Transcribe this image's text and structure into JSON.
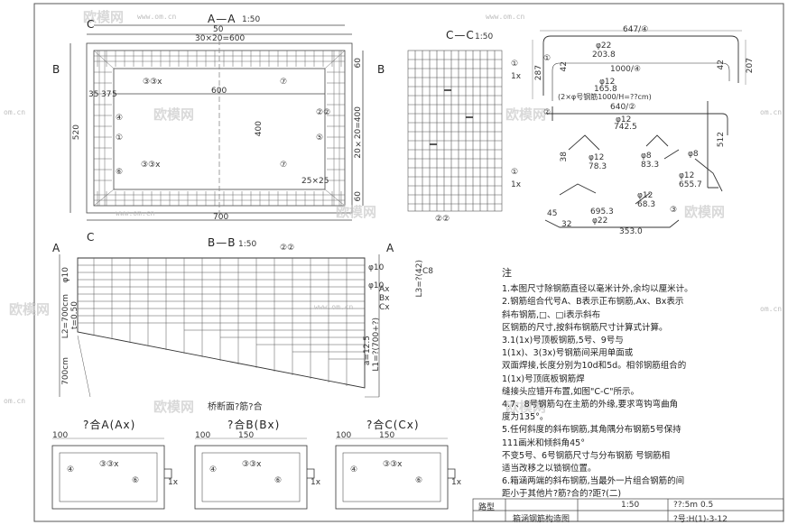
{
  "titles": {
    "section_aa": "A—A",
    "section_aa_scale": "1:50",
    "section_cc": "C—C",
    "section_cc_scale": "1:50",
    "section_bb": "B—B",
    "section_bb_scale": "1:50",
    "half_section": "桥断面?筋?合",
    "combo_a": "?合A(Ax)",
    "combo_b": "?合B(Bx)",
    "combo_c": "?合C(Cx)"
  },
  "markers": {
    "b": "B",
    "c": "C",
    "a": "A"
  },
  "dims": {
    "top_50": "50",
    "spacing_top": "30×20=600",
    "d_600": "600",
    "d_520": "520",
    "d_400": "400",
    "d_20x20": "20×20=400",
    "d_60": "60",
    "d_60b": "60",
    "d_700": "700",
    "d_25x25": "25×25",
    "d_35": "35",
    "d_37": "37",
    "d_5": "5",
    "d_100": "100",
    "d_150": "150",
    "d_150b": "150",
    "d_100b": "100",
    "d_100c": "100"
  },
  "bar_callouts": {
    "c1": "①",
    "c2": "②",
    "c3": "③",
    "c4": "④",
    "c5": "⑤",
    "c6": "⑥",
    "c7": "⑦",
    "c33x": "③③x",
    "c22": "②②",
    "c1x": "1x"
  },
  "bending": {
    "len_647": "647/④",
    "phi22": "φ22",
    "len_2038": "203.8",
    "len_1000": "1000/④",
    "phi12": "φ12",
    "len_1658": "165.8",
    "note_2x": "(2×φ号钢筋1000/H=??cm)",
    "d_287": "287",
    "d_42": "42",
    "d_207": "207",
    "d_42b": "42",
    "len_640": "640/②",
    "phi12b": "φ12",
    "len_7425": "742.5",
    "d_512": "512",
    "d_38": "38",
    "d_45": "45",
    "d_32": "32",
    "d_3530": "353.0",
    "phi8a": "φ8",
    "d_833": "83.3",
    "phi12c": "φ12",
    "d_783": "78.3",
    "phi12d": "φ12",
    "d_683": "68.3",
    "phi22b": "φ22",
    "d_6953": "695.3",
    "phi12e": "φ12",
    "d_6557": "655.7",
    "phi8b": "φ8"
  },
  "bb_labels": {
    "l_tail": "L3=?(42)",
    "l_len": "L2=700cm",
    "l_mid": "t=0.50",
    "l_bot": "700cm",
    "r_len": "L1=?(700+?)",
    "r_sub": "a=12.5",
    "r_phi10": "φ10",
    "r_phi10b": "φ10",
    "r_ax": "Ax",
    "r_bx": "Bx",
    "r_cx": "Cx",
    "r_c8": "C8",
    "phi10_l": "φ10"
  },
  "notes": {
    "heading": "注",
    "lines": [
      "1.本图尺寸除钢筋直径以毫米计外,余均以厘米计。",
      "2.钢筋组合代号A、B表示正布钢筋,Ax、Bx表示",
      "斜布钢筋,□、□i表示斜布",
      "区钢筋的尺寸,按斜布钢筋尺寸计算式计算。",
      "3.1(1x)号顶板钢筋,5号、9号与",
      "1(1x)、3(3x)号钢筋间采用单面或",
      "双面焊接,长度分别为10d和5d。相邻钢筋组合的",
      "1(1x)号顶底板钢筋焊",
      "缝接头应错开布置,如图\"C-C\"所示。",
      "4.7、8号钢筋勾在主筋的外缘,要求弯钩弯曲角",
      "度为135°。",
      "5.任何斜度的斜布钢筋,其角隅分布钢筋5号保持",
      "111画米和倾斜角45°",
      "不变5号、6号钢筋尺寸与分布钢筋 号钢筋相",
      "适当改移之以锁钢位置。",
      "6.箱涵两端的斜布钢筋,当最外一片组合钢筋的间",
      "距小于其他片?筋?合的?距?(二)"
    ]
  },
  "titleblock": {
    "scheme": "路型",
    "scale_label": "1:50",
    "width_label": "??:5m 0.5",
    "drawing_no": "?号:H(1)-3-12",
    "project": "箱涵钢筋构造图"
  },
  "watermarks": {
    "brand": "欧模网",
    "site": "www.om.cn",
    "cm": "om.cn"
  }
}
